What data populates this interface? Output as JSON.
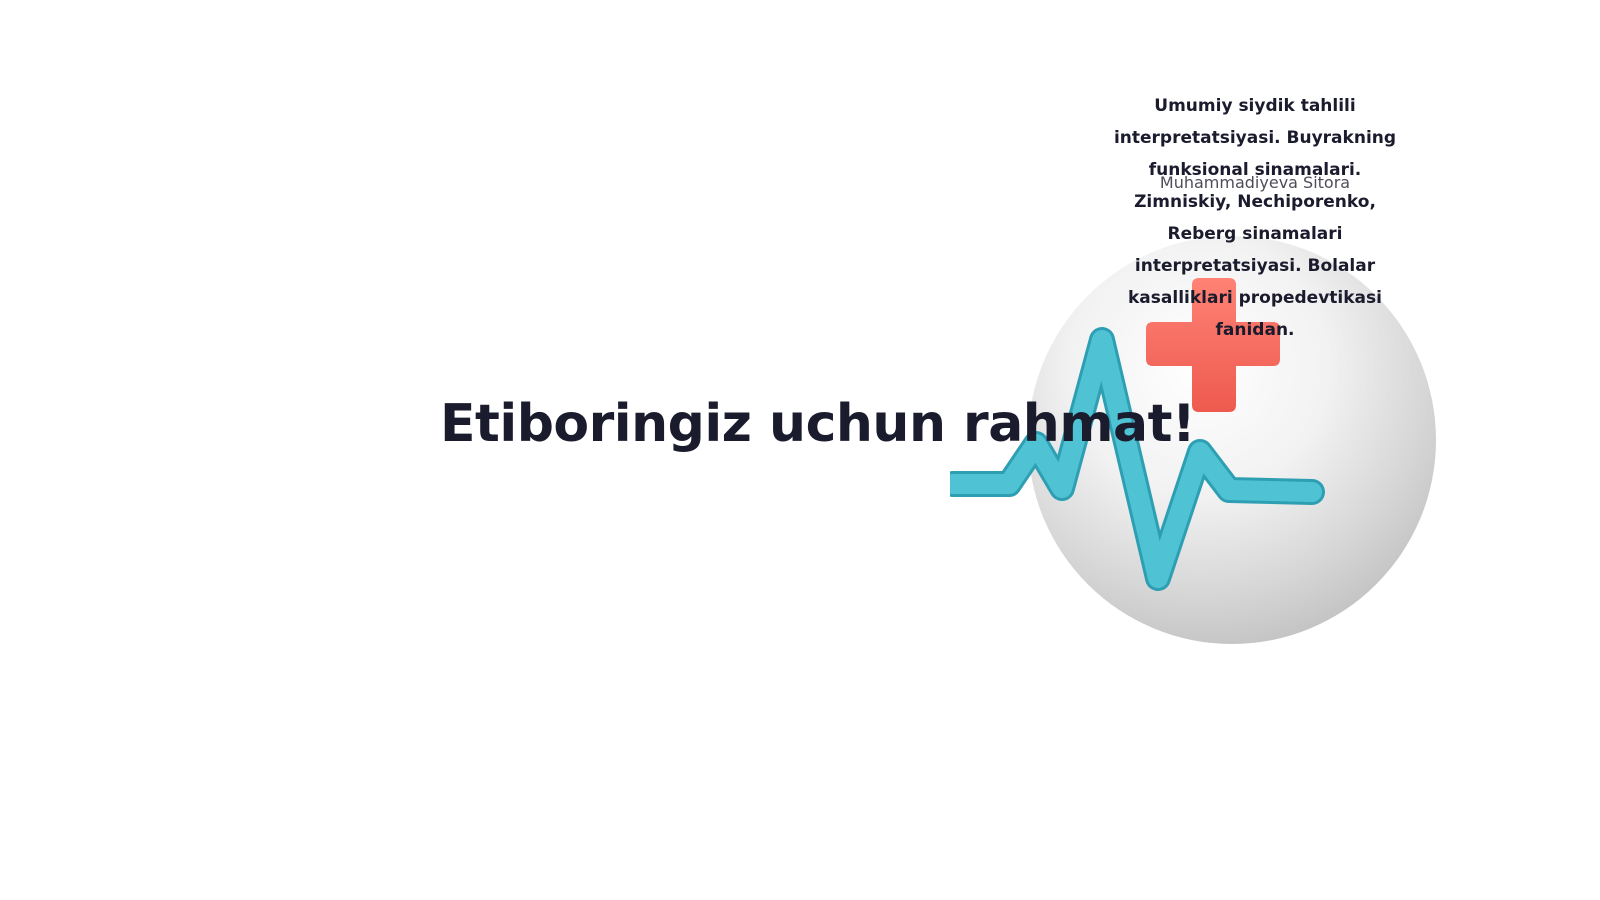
{
  "slide": {
    "subtitle": "Umumiy siydik tahlili interpretatsiyasi. Buyrakning funksional sinamalari. Zimniskiy, Nechiporenko, Reberg sinamalari interpretatsiyasi. Bolalar kasalliklari propedevtikasi fanidan.",
    "author": "Muhammadiyeva Sitora",
    "title": "Etiboringiz uchun rahmat!"
  },
  "illustration": {
    "icons": [
      "medical-cross-icon",
      "heartbeat-line-icon"
    ],
    "colors": {
      "sphere": "#e4e4e4",
      "cross": "#f26a5e",
      "heartbeat": "#4bbecf",
      "text": "#1b1b2e"
    }
  }
}
